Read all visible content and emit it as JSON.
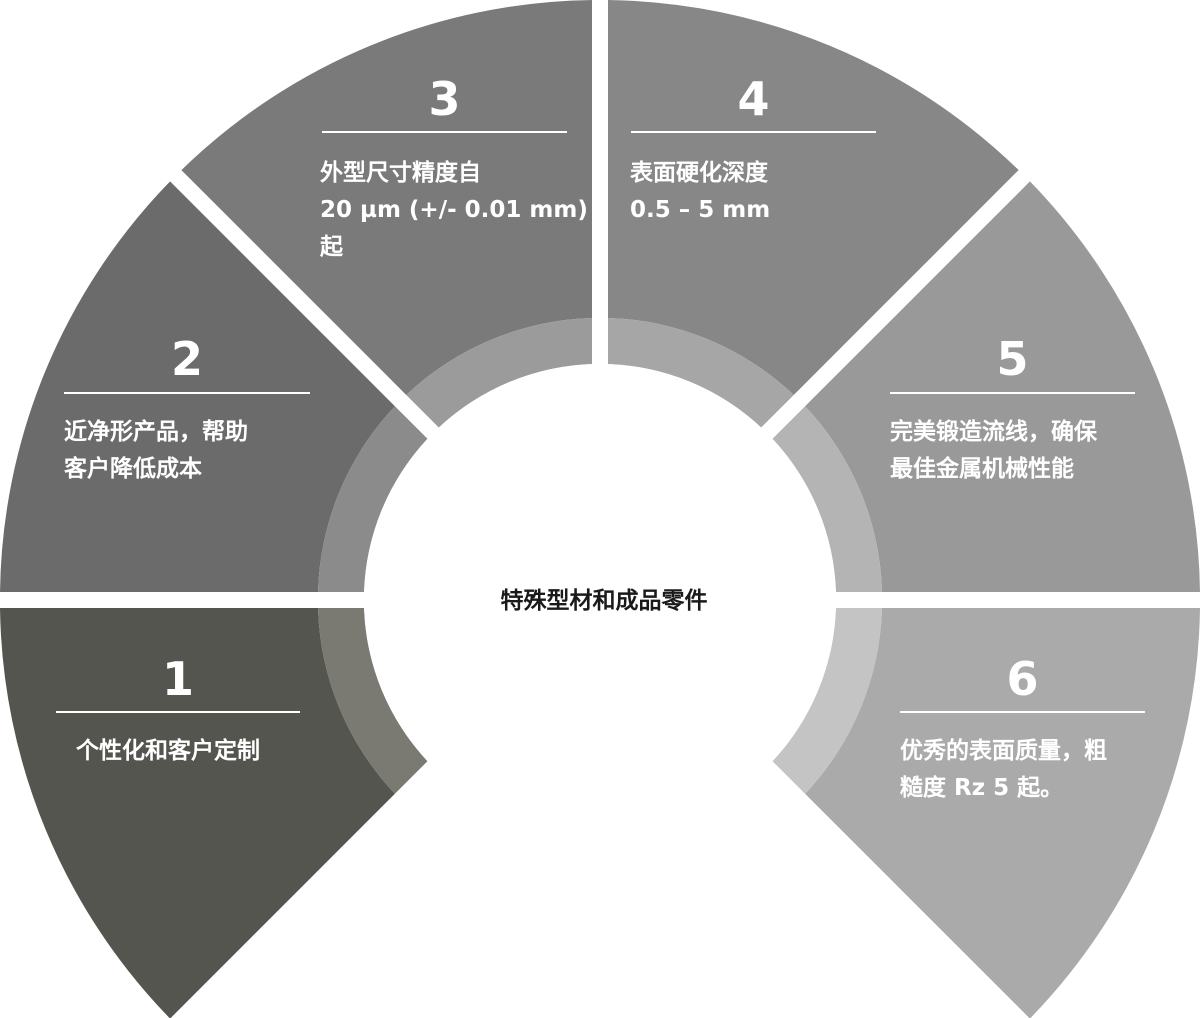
{
  "center": {
    "label": "特殊型材和成品零件"
  },
  "segments": [
    {
      "number": "1",
      "lines": [
        "个性化和客户定制"
      ],
      "color": "#55554f",
      "ring_color": "#7a7a73"
    },
    {
      "number": "2",
      "lines": [
        "近净形产品，帮助",
        "客户降低成本"
      ],
      "color": "#6b6b6b",
      "ring_color": "#8b8b8b"
    },
    {
      "number": "3",
      "lines": [
        "外型尺寸精度自",
        "20 µm (+/- 0.01 mm)",
        "起"
      ],
      "color": "#7a7a7a",
      "ring_color": "#9b9b9b"
    },
    {
      "number": "4",
      "lines": [
        "表面硬化深度",
        "0.5 – 5 mm"
      ],
      "color": "#878787",
      "ring_color": "#a6a6a6"
    },
    {
      "number": "5",
      "lines": [
        "完美锻造流线，确保",
        "最佳金属机械性能"
      ],
      "color": "#999999",
      "ring_color": "#b4b4b4"
    },
    {
      "number": "6",
      "lines": [
        "优秀的表面质量，粗",
        "糙度 Rz 5 起。"
      ],
      "color": "#aaaaaa",
      "ring_color": "#c4c4c4"
    }
  ]
}
